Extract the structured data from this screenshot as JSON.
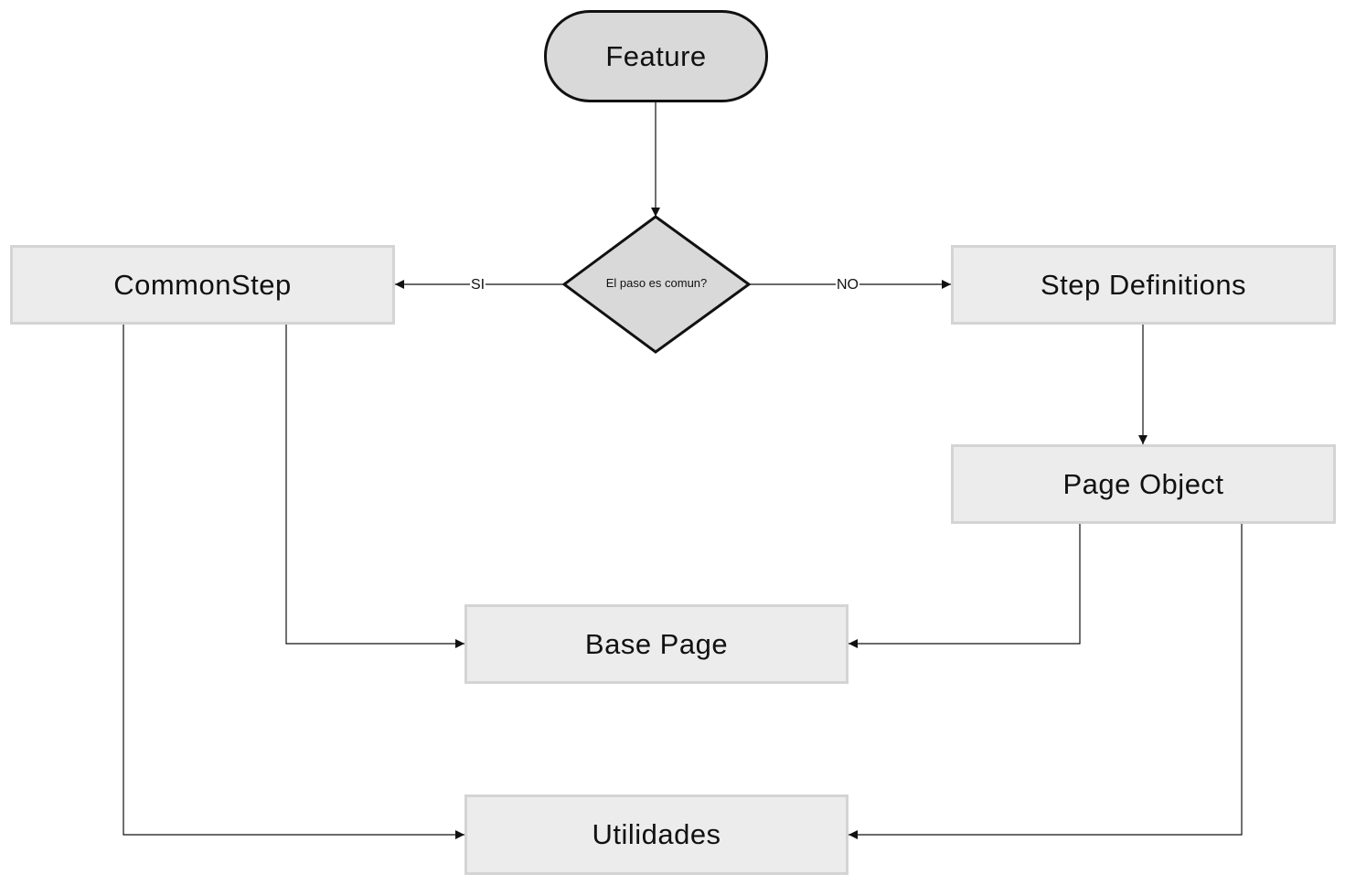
{
  "nodes": {
    "feature": "Feature",
    "decision": "El paso es comun?",
    "common_step": "CommonStep",
    "step_definitions": "Step Definitions",
    "page_object": "Page Object",
    "base_page": "Base Page",
    "utilidades": "Utilidades"
  },
  "edges": {
    "yes_label": "SI",
    "no_label": "NO"
  },
  "colors": {
    "box_fill": "#ececec",
    "box_border": "#d4d4d4",
    "shape_fill": "#d9d9d9",
    "line": "#111111"
  }
}
